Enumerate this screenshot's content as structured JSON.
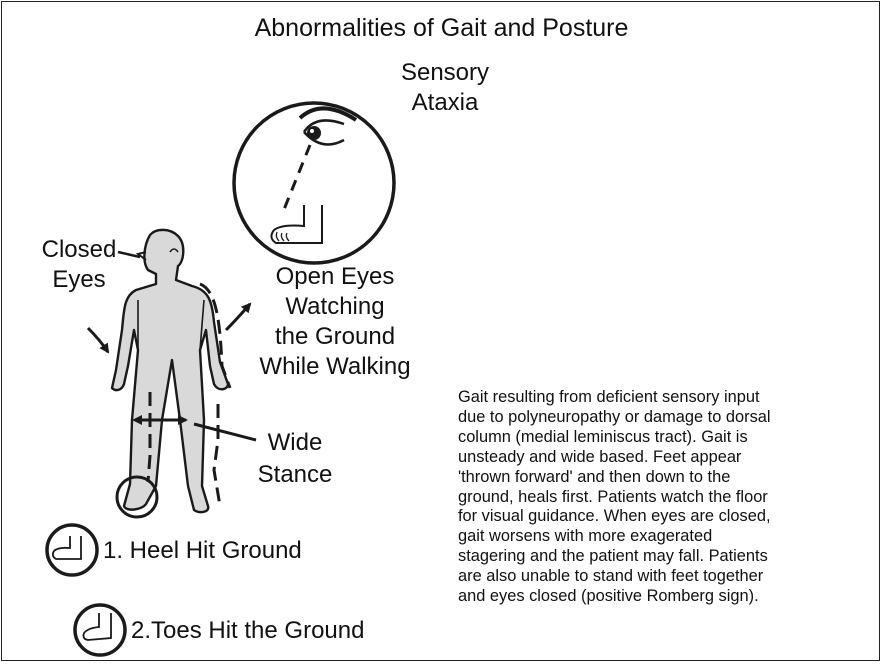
{
  "title": "Abnormalities of Gait and Posture",
  "labels": {
    "sensory_ataxia_line1": "Sensory",
    "sensory_ataxia_line2": "Ataxia",
    "closed_eyes_line1": "Closed",
    "closed_eyes_line2": "Eyes",
    "open_eyes_line1": "Open Eyes",
    "open_eyes_line2": "Watching",
    "open_eyes_line3": "the Ground",
    "open_eyes_line4": "While Walking",
    "wide_stance_line1": "Wide",
    "wide_stance_line2": "Stance",
    "step1": "1. Heel Hit Ground",
    "step2": "2.Toes Hit the Ground"
  },
  "description": "Gait resulting from deficient sensory input\ndue to polyneuropathy or damage to dorsal\ncolumn (medial leminiscus tract). Gait is\nunsteady and wide based. Feet appear\n'thrown forward' and then down to the\nground, heals first. Patients watch the floor\nfor visual guidance. When eyes are closed,\ngait worsens with more exagerated\nstagering and the patient may fall. Patients\nare also unable to stand with feet together\nand eyes closed (positive Romberg sign).",
  "colors": {
    "line": "#1a1a1a",
    "body_fill": "#d9d9d9",
    "foot_fill": "#ffffff",
    "background": "#ffffff"
  }
}
